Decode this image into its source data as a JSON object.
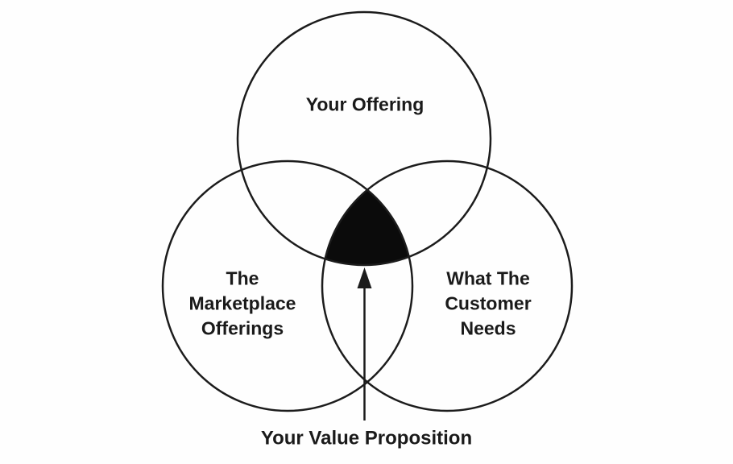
{
  "diagram": {
    "type": "venn-3-circle",
    "sets": [
      {
        "position": "top",
        "label": "Your Offering"
      },
      {
        "position": "bottom-left",
        "label": "The\nMarketplace\nOfferings"
      },
      {
        "position": "bottom-right",
        "label": "What The\nCustomer\nNeeds"
      }
    ],
    "intersection": {
      "label": "Your Value Proposition",
      "filled": "true"
    },
    "colors": {
      "line": "#1c1c1c",
      "intersection_fill": "#0b0b0b",
      "background": "#fefefe",
      "text": "#1a1a1a"
    }
  }
}
